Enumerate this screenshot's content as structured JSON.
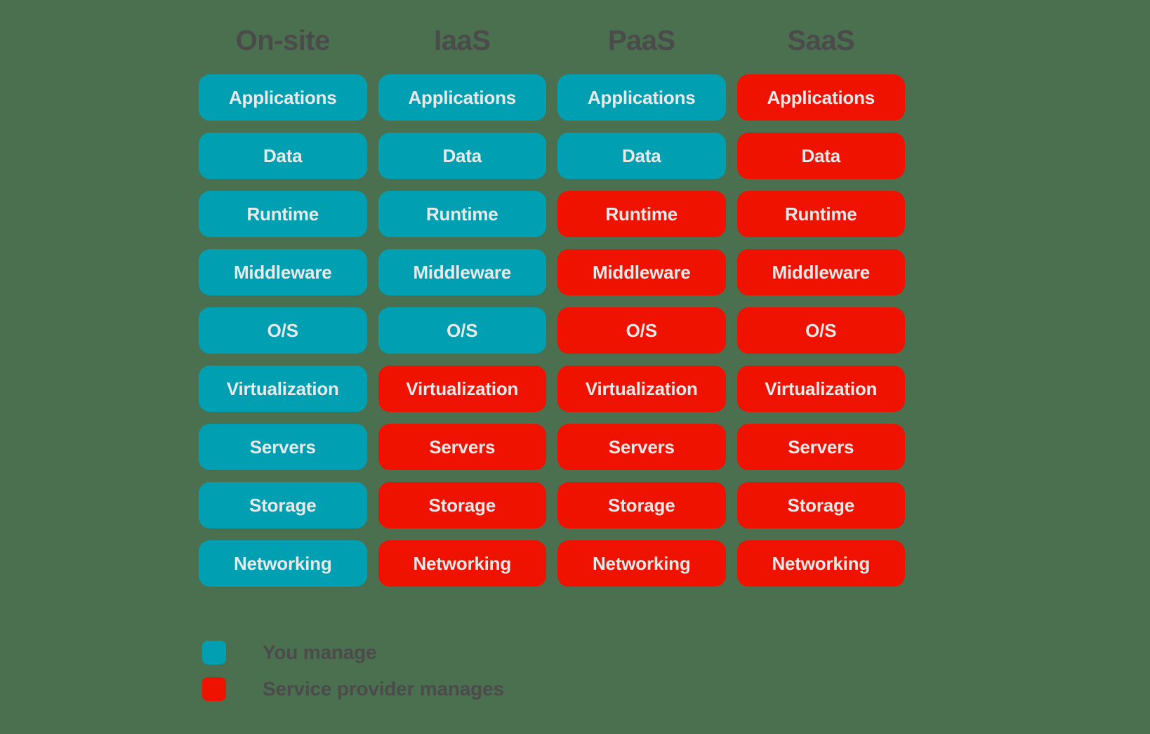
{
  "diagram": {
    "title_colors": {
      "background": "#4a7050",
      "header_text": "#4b4b4b",
      "you_manage": "#00a0b2",
      "provider_manages": "#f01200",
      "cell_text": "#e9e9e9"
    },
    "columns": [
      {
        "label": "On-site"
      },
      {
        "label": "IaaS"
      },
      {
        "label": "PaaS"
      },
      {
        "label": "SaaS"
      }
    ],
    "layers": [
      {
        "label": "Applications",
        "owners": [
          "you",
          "you",
          "you",
          "provider"
        ]
      },
      {
        "label": "Data",
        "owners": [
          "you",
          "you",
          "you",
          "provider"
        ]
      },
      {
        "label": "Runtime",
        "owners": [
          "you",
          "you",
          "provider",
          "provider"
        ]
      },
      {
        "label": "Middleware",
        "owners": [
          "you",
          "you",
          "provider",
          "provider"
        ]
      },
      {
        "label": "O/S",
        "owners": [
          "you",
          "you",
          "provider",
          "provider"
        ]
      },
      {
        "label": "Virtualization",
        "owners": [
          "you",
          "provider",
          "provider",
          "provider"
        ]
      },
      {
        "label": "Servers",
        "owners": [
          "you",
          "provider",
          "provider",
          "provider"
        ]
      },
      {
        "label": "Storage",
        "owners": [
          "you",
          "provider",
          "provider",
          "provider"
        ]
      },
      {
        "label": "Networking",
        "owners": [
          "you",
          "provider",
          "provider",
          "provider"
        ]
      }
    ],
    "legend": [
      {
        "key": "you",
        "label": "You manage",
        "color": "#00a0b2"
      },
      {
        "key": "provider",
        "label": "Service provider manages",
        "color": "#f01200"
      }
    ]
  }
}
